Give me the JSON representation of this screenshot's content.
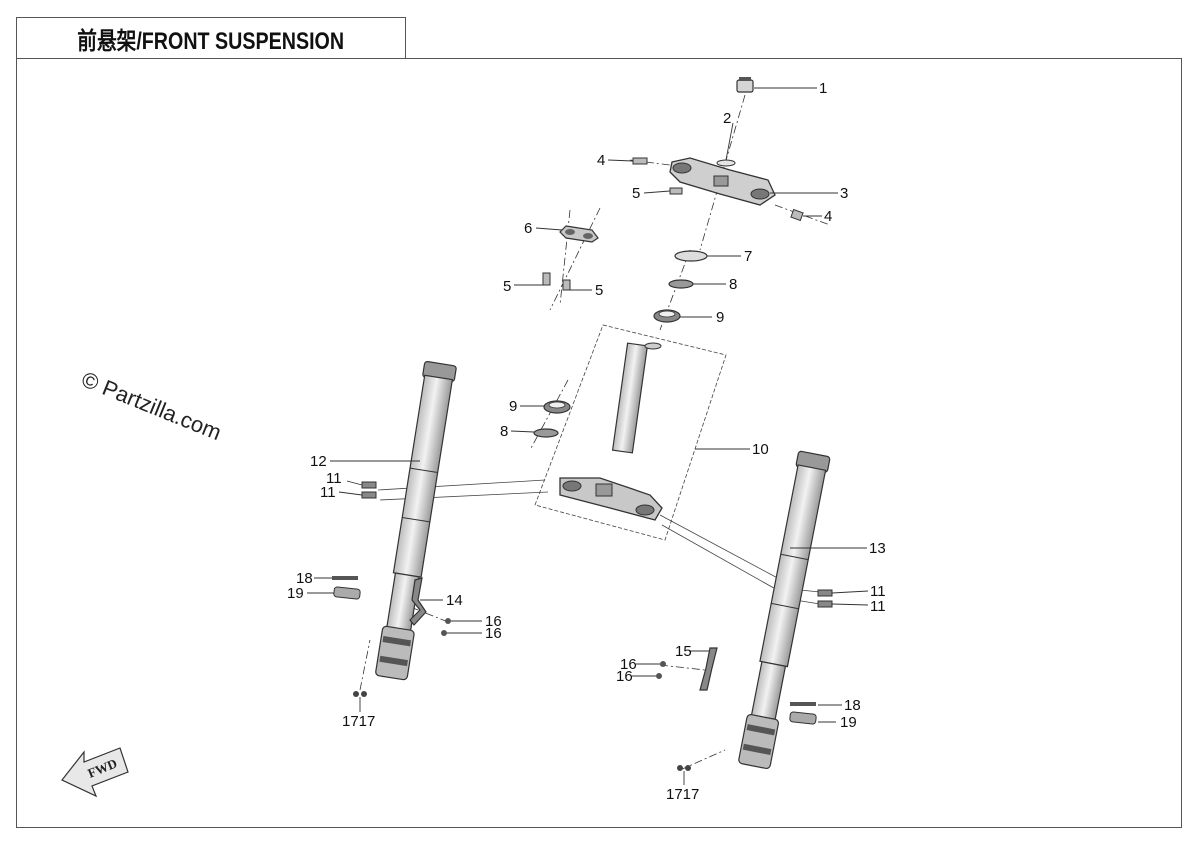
{
  "title": "前悬架/FRONT SUSPENSION",
  "watermark": "© Partzilla.com",
  "fwd_label": "FWD",
  "colors": {
    "line": "#333333",
    "part_fill": "#d9d9d9",
    "part_dark": "#8a8a8a"
  },
  "callouts": [
    {
      "id": "c1",
      "label": "1"
    },
    {
      "id": "c2",
      "label": "2"
    },
    {
      "id": "c3",
      "label": "3"
    },
    {
      "id": "c4a",
      "label": "4"
    },
    {
      "id": "c4b",
      "label": "4"
    },
    {
      "id": "c5a",
      "label": "5"
    },
    {
      "id": "c5b",
      "label": "5"
    },
    {
      "id": "c5c",
      "label": "5"
    },
    {
      "id": "c6",
      "label": "6"
    },
    {
      "id": "c7",
      "label": "7"
    },
    {
      "id": "c8a",
      "label": "8"
    },
    {
      "id": "c8b",
      "label": "8"
    },
    {
      "id": "c9a",
      "label": "9"
    },
    {
      "id": "c9b",
      "label": "9"
    },
    {
      "id": "c10",
      "label": "10"
    },
    {
      "id": "c11a",
      "label": "11"
    },
    {
      "id": "c11b",
      "label": "11"
    },
    {
      "id": "c11c",
      "label": "11"
    },
    {
      "id": "c11d",
      "label": "11"
    },
    {
      "id": "c12",
      "label": "12"
    },
    {
      "id": "c13",
      "label": "13"
    },
    {
      "id": "c14",
      "label": "14"
    },
    {
      "id": "c15",
      "label": "15"
    },
    {
      "id": "c16a",
      "label": "16"
    },
    {
      "id": "c16b",
      "label": "16"
    },
    {
      "id": "c16c",
      "label": "16"
    },
    {
      "id": "c16d",
      "label": "16"
    },
    {
      "id": "c17a",
      "label": "1717"
    },
    {
      "id": "c17b",
      "label": "1717"
    },
    {
      "id": "c18a",
      "label": "18"
    },
    {
      "id": "c18b",
      "label": "18"
    },
    {
      "id": "c19a",
      "label": "19"
    },
    {
      "id": "c19b",
      "label": "19"
    }
  ]
}
